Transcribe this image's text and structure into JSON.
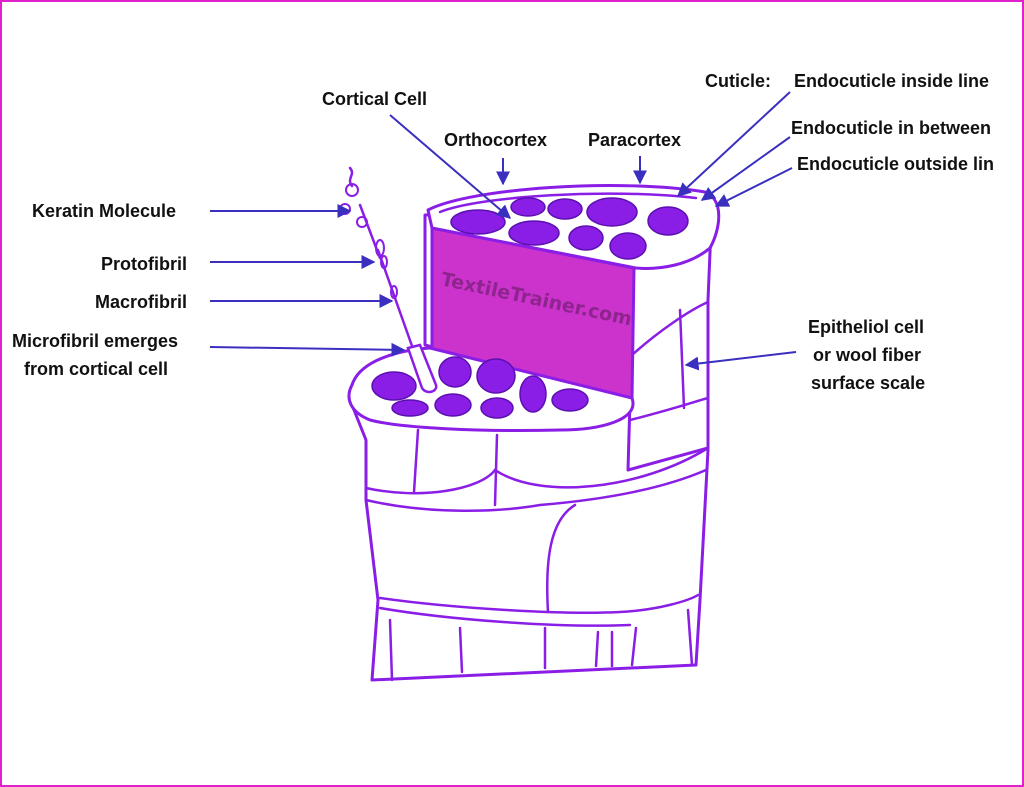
{
  "colors": {
    "frame": "#e020c8",
    "outline": "#8a1ee6",
    "cells": "#8a1ee6",
    "cut_face": "#cc33cc",
    "arrows": "#3a2fbf",
    "text": "#111111"
  },
  "labels": {
    "cortical_cell": "Cortical Cell",
    "orthocortex": "Orthocortex",
    "paracortex": "Paracortex",
    "cuticle": "Cuticle:",
    "endocuticle_inside": "Endocuticle inside line",
    "endocuticle_between": "Endocuticle in between",
    "endocuticle_outside": "Endocuticle outside lin",
    "keratin_molecule": "Keratin Molecule",
    "protofibril": "Protofibril",
    "macrofibril": "Macrofibril",
    "microfibril_line1": "Microfibril emerges",
    "microfibril_line2": "from cortical cell",
    "epithelial_line1": "Epitheliol cell",
    "epithelial_line2": "or wool fiber",
    "epithelial_line3": "surface scale"
  },
  "watermark": "TextileTrainer.com"
}
